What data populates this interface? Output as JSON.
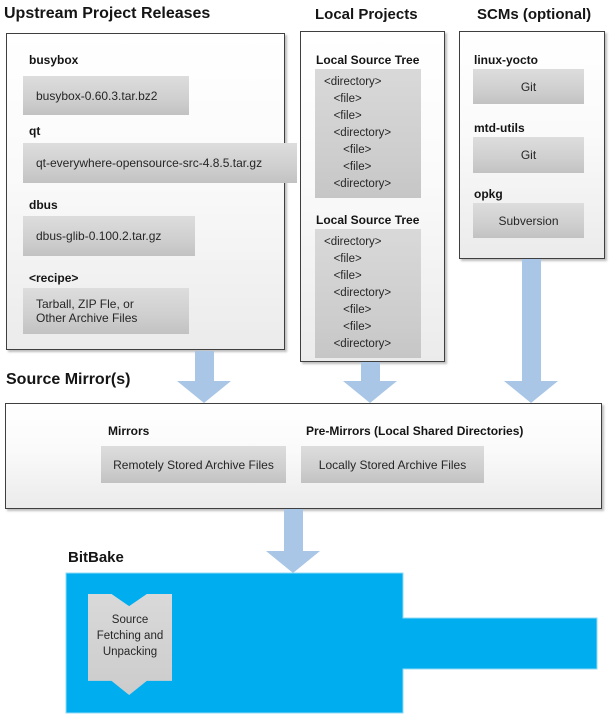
{
  "upstream": {
    "title": "Upstream Project Releases",
    "items": [
      {
        "label": "busybox",
        "file": "busybox-0.60.3.tar.bz2"
      },
      {
        "label": "qt",
        "file": "qt-everywhere-opensource-src-4.8.5.tar.gz"
      },
      {
        "label": "dbus",
        "file": "dbus-glib-0.100.2.tar.gz"
      },
      {
        "label": "<recipe>",
        "file": "Tarball, ZIP Fle, or\nOther Archive Files"
      }
    ]
  },
  "local_projects": {
    "title": "Local Projects",
    "groups": [
      {
        "label": "Local Source Tree",
        "tree": "<directory>\n   <file>\n   <file>\n   <directory>\n      <file>\n      <file>\n   <directory>"
      },
      {
        "label": "Local Source Tree",
        "tree": "<directory>\n   <file>\n   <file>\n   <directory>\n      <file>\n      <file>\n   <directory>"
      }
    ]
  },
  "scms": {
    "title": "SCMs (optional)",
    "items": [
      {
        "label": "linux-yocto",
        "tool": "Git"
      },
      {
        "label": "mtd-utils",
        "tool": "Git"
      },
      {
        "label": "opkg",
        "tool": "Subversion"
      }
    ]
  },
  "source_mirrors": {
    "title": "Source Mirror(s)",
    "columns": [
      {
        "label": "Mirrors",
        "value": "Remotely Stored Archive Files"
      },
      {
        "label": "Pre-Mirrors (Local Shared Directories)",
        "value": "Locally Stored Archive Files"
      }
    ]
  },
  "bitbake": {
    "title": "BitBake",
    "process": "Source\nFetching and\nUnpacking"
  },
  "colors": {
    "bitbake_blue": "#00aeef",
    "bitbake_blue_edge": "#90d9f5",
    "arrow_blue": "#a9c6e6",
    "panel_border": "#3f3f3f",
    "inner_box_gray": "#d2d2d2"
  }
}
